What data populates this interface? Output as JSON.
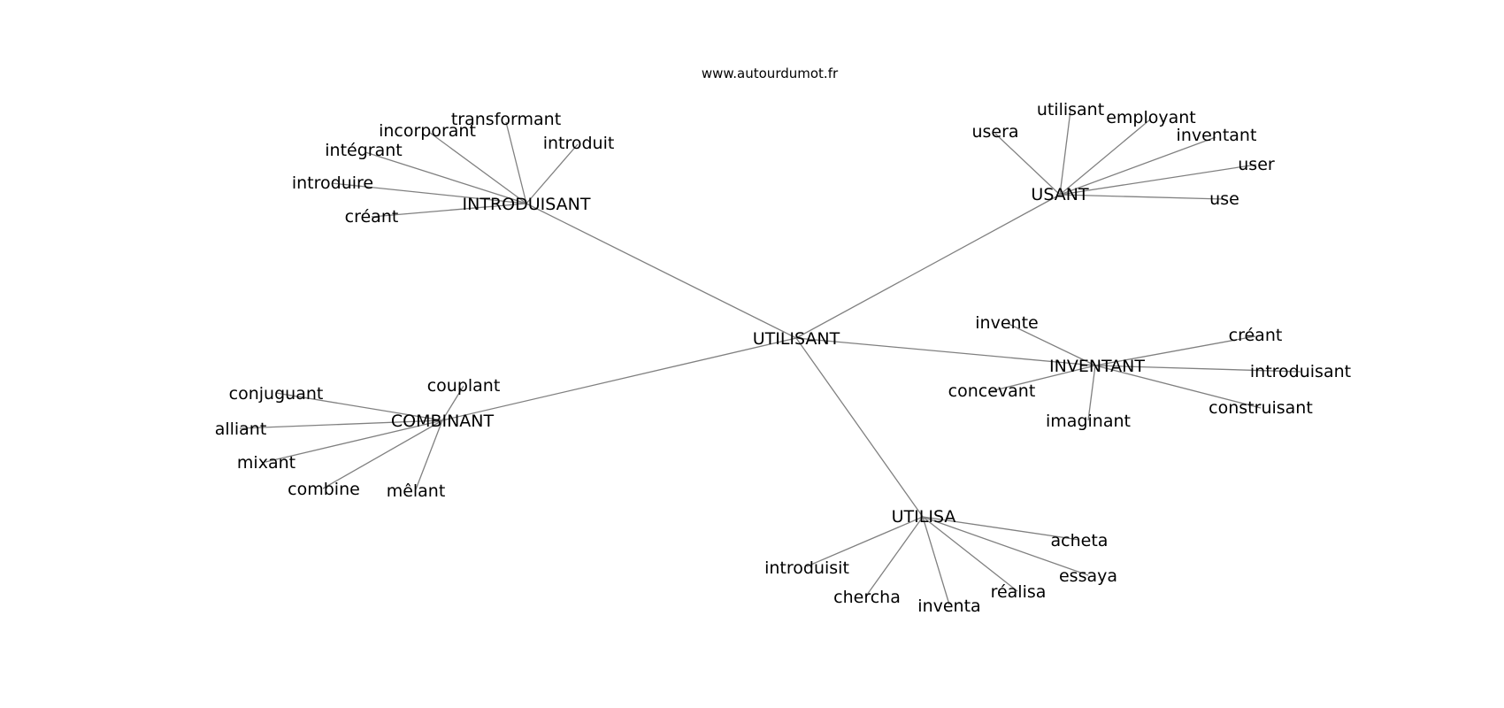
{
  "header": {
    "site": "www.autourdumot.fr"
  },
  "graph": {
    "center": "UTILISANT",
    "clusters": [
      {
        "hub": "INTRODUISANT",
        "leaves": [
          "transformant",
          "incorporant",
          "introduit",
          "intégrant",
          "introduire",
          "créant"
        ]
      },
      {
        "hub": "USANT",
        "leaves": [
          "utilisant",
          "employant",
          "usera",
          "inventant",
          "user",
          "use"
        ]
      },
      {
        "hub": "INVENTANT",
        "leaves": [
          "invente",
          "créant",
          "introduisant",
          "concevant",
          "construisant",
          "imaginant"
        ]
      },
      {
        "hub": "COMBINANT",
        "leaves": [
          "couplant",
          "conjuguant",
          "alliant",
          "mixant",
          "combine",
          "mêlant"
        ]
      },
      {
        "hub": "UTILISA",
        "leaves": [
          "acheta",
          "introduisit",
          "essaya",
          "réalisa",
          "chercha",
          "inventa"
        ]
      }
    ]
  }
}
